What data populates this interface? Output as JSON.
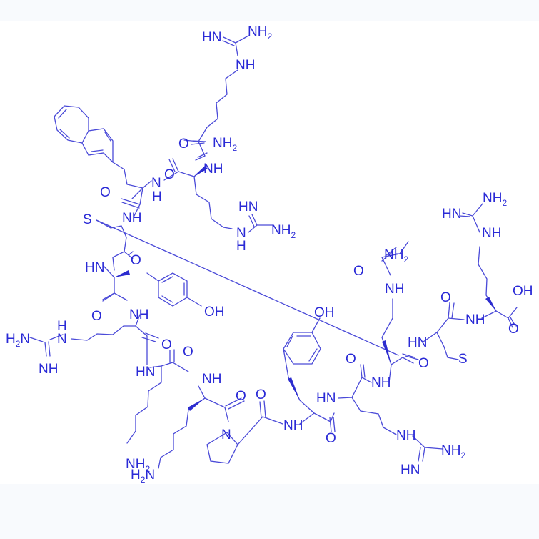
{
  "diagram": {
    "type": "chemical-structure",
    "description": "Cyclic disulfide-bridged peptide",
    "colors": {
      "background": "#f8fafd",
      "panel": "#ffffff",
      "bond": "#4a4ad8",
      "label": "#2a2ad6"
    },
    "labels": {
      "arg1_guan_hn": "HN",
      "arg1_guan_nh2": "NH",
      "arg1_guan_nh": "NH",
      "arg1_alpha_nh2": "NH",
      "arg1_co_o": "O",
      "arg2_nh": "NH",
      "arg2_guan_hn": "HN",
      "arg2_guan_nh2": "NH",
      "arg2_guan_n": "N",
      "arg2_guan_h": "H",
      "nal_co_o": "O",
      "nal_n": "N",
      "nal_h": "H",
      "nal2_co_o": "O",
      "cys1_s": "S",
      "cys1_nh": "NH",
      "cys1_co_o": "O",
      "tyr1_hn": "HN",
      "tyr1_oh": "OH",
      "tyr1_co_o": "O",
      "arg3_nh": "NH",
      "arg3_guan_h2n": "H",
      "arg3_guan_n": "N",
      "arg3_guan_h": "H",
      "arg3_guan_nh": "NH",
      "arg3_co_o": "O",
      "lys1_hn": "HN",
      "lys1_co_o": "O",
      "lys1_nh2": "NH",
      "lys2_nh": "NH",
      "lys2_co_o": "O",
      "lys2_h2n": "H",
      "lys2_n": "N",
      "pro_n": "N",
      "pro_co_o": "O",
      "tyr2_nh": "NH",
      "tyr2_oh": "OH",
      "tyr2_co_o": "O",
      "arg4_hn": "HN",
      "arg4_co_o": "O",
      "arg4_guan_nh": "NH",
      "arg4_guan_nh2": "NH",
      "arg4_guan_hn": "HN",
      "cit_nh": "NH",
      "cit_urea_o": "O",
      "cit_urea_nh2": "NH",
      "cit_urea_nh": "NH",
      "cit_co_o": "O",
      "cys2_hn": "HN",
      "cys2_s": "S",
      "cys2_co_o": "O",
      "arg5_nh": "NH",
      "arg5_oh": "OH",
      "arg5_co_o": "O",
      "arg5_guan_hn": "HN",
      "arg5_guan_nh2": "NH",
      "arg5_guan_nh": "NH"
    },
    "subscript": "2"
  }
}
